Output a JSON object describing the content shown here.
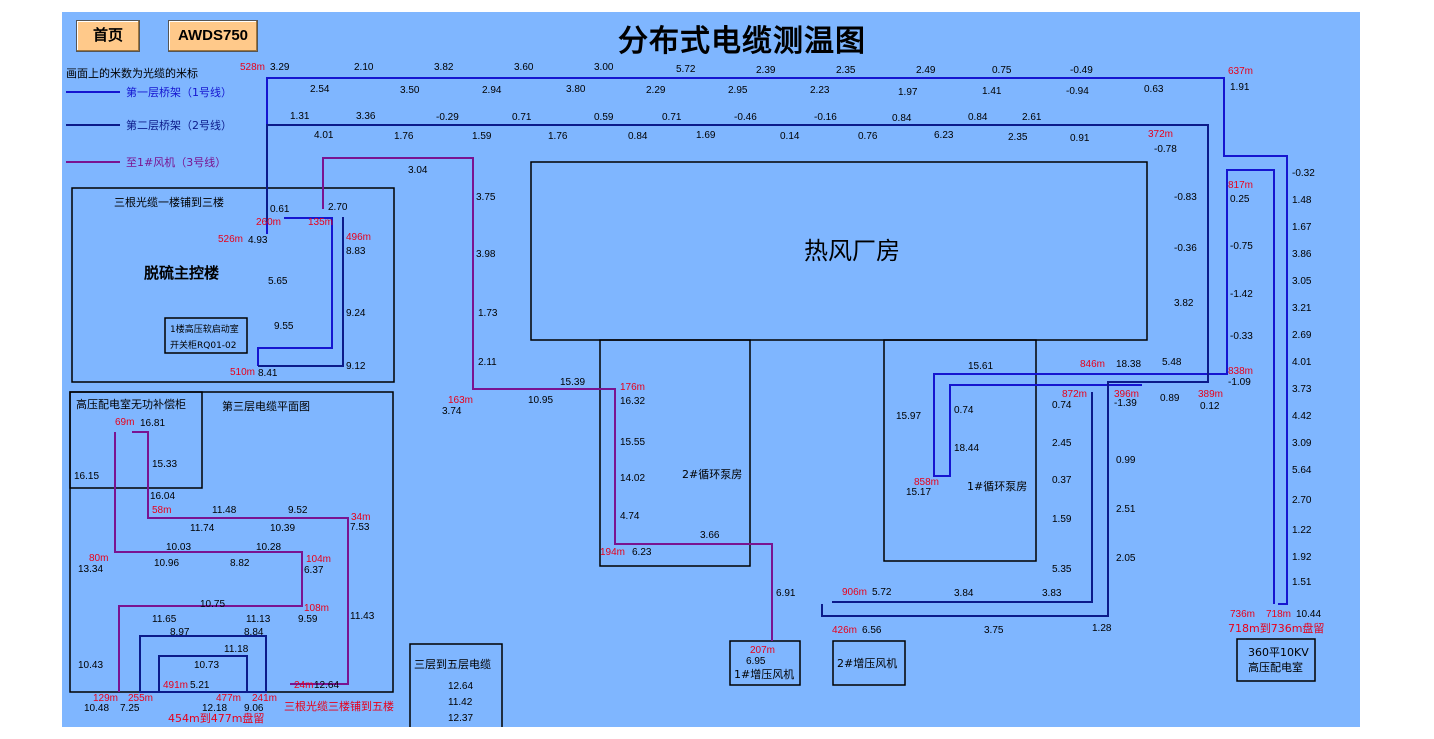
{
  "window": {
    "title": "分布式电缆测温图"
  },
  "toolbar": {
    "home_label": "首页",
    "device_label": "AWDS750"
  },
  "legend": {
    "note": "画面上的米数为光缆的米标",
    "line1": "第一层桥架（1号线）",
    "line2": "第二层桥架（2号线）",
    "line3": "至1#风机（3号线）"
  },
  "colors": {
    "background": "#7fb6ff",
    "line1": "#1515d0",
    "line2": "#0c1b8a",
    "line3": "#7a1390",
    "meter_text": "#e8001a",
    "value_text": "#000000"
  },
  "areas": {
    "main_building": "脱硫主控楼",
    "fiber_note_top": "三根光缆一楼铺到三楼",
    "switch_cabinet_a": "1楼高压软启动室",
    "switch_cabinet_b": "开关柜RQ01-02",
    "hv_room": "高压配电室无功补偿柜",
    "third_floor": "第三层电缆平面图",
    "fiber_note_bottom": "三根光缆三楼铺到五楼",
    "coil_454": "454m到477m盘留",
    "coil_718": "718m到736m盘留",
    "hot_air_plant": "热风厂房",
    "pump_room_2": "2#循环泵房",
    "pump_room_1": "1#循环泵房",
    "fan_1": "1#增压风机",
    "fan_2": "2#增压风机",
    "hv_10kv_a": "360平10KV",
    "hv_10kv_b": "高压配电室",
    "cable_3_5": "三层到五层电缆"
  },
  "cable_3_5_values": [
    "12.64",
    "11.42",
    "12.37"
  ],
  "meters": [
    {
      "id": "m528",
      "text": "528m"
    },
    {
      "id": "m637",
      "text": "637m"
    },
    {
      "id": "m372",
      "text": "372m"
    },
    {
      "id": "m817",
      "text": "817m"
    },
    {
      "id": "m260",
      "text": "260m"
    },
    {
      "id": "m135",
      "text": "135m"
    },
    {
      "id": "m526",
      "text": "526m"
    },
    {
      "id": "m496",
      "text": "496m"
    },
    {
      "id": "m510",
      "text": "510m"
    },
    {
      "id": "m163",
      "text": "163m"
    },
    {
      "id": "m176",
      "text": "176m"
    },
    {
      "id": "m194",
      "text": "194m"
    },
    {
      "id": "m207",
      "text": "207m"
    },
    {
      "id": "m846",
      "text": "846m"
    },
    {
      "id": "m838",
      "text": "838m"
    },
    {
      "id": "m872",
      "text": "872m"
    },
    {
      "id": "m396",
      "text": "396m"
    },
    {
      "id": "m389",
      "text": "389m"
    },
    {
      "id": "m858",
      "text": "858m"
    },
    {
      "id": "m906",
      "text": "906m"
    },
    {
      "id": "m426",
      "text": "426m"
    },
    {
      "id": "m736",
      "text": "736m"
    },
    {
      "id": "m718",
      "text": "718m"
    },
    {
      "id": "m69",
      "text": "69m"
    },
    {
      "id": "m58",
      "text": "58m"
    },
    {
      "id": "m34",
      "text": "34m"
    },
    {
      "id": "m80",
      "text": "80m"
    },
    {
      "id": "m104",
      "text": "104m"
    },
    {
      "id": "m108",
      "text": "108m"
    },
    {
      "id": "m129",
      "text": "129m"
    },
    {
      "id": "m255",
      "text": "255m"
    },
    {
      "id": "m491",
      "text": "491m"
    },
    {
      "id": "m477",
      "text": "477m"
    },
    {
      "id": "m241",
      "text": "241m"
    },
    {
      "id": "m24",
      "text": "24m"
    }
  ],
  "temps": [
    "3.29",
    "2.10",
    "3.82",
    "3.60",
    "3.00",
    "5.72",
    "2.39",
    "2.35",
    "2.49",
    "0.75",
    "-0.49",
    "1.91",
    "2.54",
    "3.50",
    "2.94",
    "3.80",
    "2.29",
    "2.95",
    "2.23",
    "1.97",
    "1.41",
    "-0.94",
    "0.63",
    "1.31",
    "3.36",
    "-0.29",
    "0.71",
    "0.59",
    "0.71",
    "-0.46",
    "-0.16",
    "0.84",
    "0.84",
    "2.61",
    "4.01",
    "1.76",
    "1.59",
    "1.76",
    "0.84",
    "1.69",
    "0.14",
    "0.76",
    "6.23",
    "2.35",
    "0.91",
    "-0.78",
    "3.04",
    "3.75",
    "3.98",
    "1.73",
    "2.11",
    "3.74",
    "15.39",
    "10.95",
    "16.32",
    "15.55",
    "14.02",
    "4.74",
    "6.23",
    "3.66",
    "6.91",
    "6.95",
    "0.61",
    "2.70",
    "4.93",
    "8.83",
    "5.65",
    "9.24",
    "9.55",
    "9.12",
    "8.41",
    "-0.83",
    "-0.36",
    "3.82",
    "5.48",
    "-1.09",
    "0.12",
    "0.89",
    "-1.39",
    "0.25",
    "-0.75",
    "-1.42",
    "-0.33",
    "-0.32",
    "1.48",
    "1.67",
    "3.86",
    "3.05",
    "3.21",
    "2.69",
    "4.01",
    "3.73",
    "4.42",
    "3.09",
    "5.64",
    "2.70",
    "1.22",
    "1.92",
    "1.51",
    "10.44",
    "15.61",
    "18.38",
    "0.74",
    "2.45",
    "0.37",
    "1.59",
    "5.35",
    "0.99",
    "2.51",
    "2.05",
    "1.28",
    "15.97",
    "0.74",
    "18.44",
    "15.17",
    "5.72",
    "3.84",
    "3.83",
    "6.56",
    "3.75",
    "16.81",
    "15.33",
    "16.15",
    "16.04",
    "11.48",
    "9.52",
    "11.74",
    "10.39",
    "7.53",
    "10.03",
    "10.28",
    "13.34",
    "10.96",
    "8.82",
    "6.37",
    "10.75",
    "11.65",
    "11.13",
    "9.59",
    "11.43",
    "8.97",
    "8.84",
    "11.18",
    "10.73",
    "10.43",
    "5.21",
    "12.64",
    "10.48",
    "7.25",
    "12.18",
    "9.06"
  ]
}
